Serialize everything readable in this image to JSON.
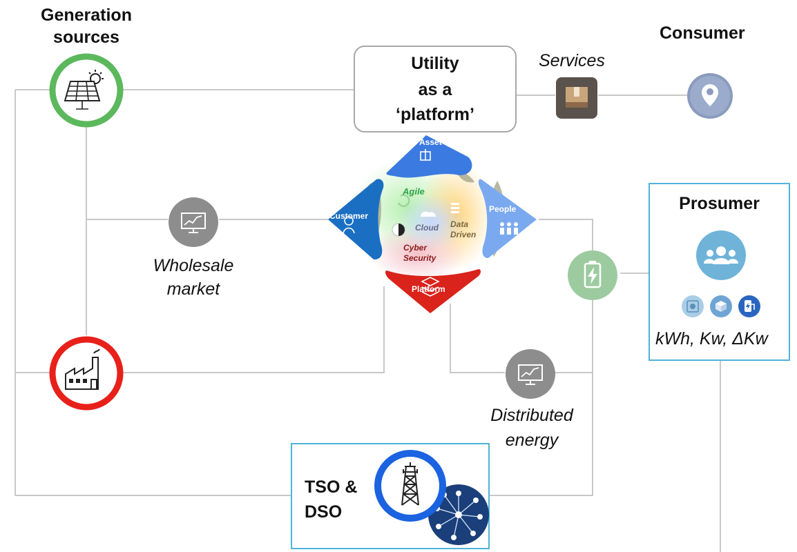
{
  "labels": {
    "generation_line1": "Generation",
    "generation_line2": "sources",
    "consumer": "Consumer",
    "services": "Services",
    "utility_line1": "Utility",
    "utility_line2": "as a",
    "utility_line3": "‘platform’",
    "wholesale_line1": "Wholesale",
    "wholesale_line2": "market",
    "distributed_line1": "Distributed",
    "distributed_line2": "energy",
    "prosumer": "Prosumer",
    "prosumer_units": "kWh, Kw, ΔKw",
    "tso_line1": "TSO &",
    "tso_line2": "DSO"
  },
  "diamond": {
    "asset": "Asset",
    "customer": "Customer",
    "people": "People",
    "platform": "Platform",
    "agile": "Agile",
    "cloud": "Cloud",
    "data_line1": "Data",
    "data_line2": "Driven",
    "cyber_line1": "Cyber",
    "cyber_line2": "Security"
  },
  "colors": {
    "solar_ring": "#5cb85c",
    "factory_ring": "#e8201a",
    "tso_ring": "#1b63e0",
    "network_blue": "#1a3f7a",
    "asset_blue": "#3b7ae0",
    "customer_blue": "#1a6fc2",
    "people_blue": "#7aa9f0",
    "platform_red": "#d9231b",
    "consumer_icon": "#8a9bbd",
    "monitor_gray": "#8d8d8d",
    "battery_green": "#9dcba0",
    "prosumer_icon": "#6fb3d9",
    "box_border": "#4fb3d9",
    "wire": "#c8c8c8"
  },
  "icons": [
    "solar-panel-icon",
    "factory-icon",
    "transmission-tower-icon",
    "network-icon",
    "monitor-chart-icon",
    "battery-icon",
    "user-pin-icon",
    "box-icon",
    "group-icon",
    "meter-icon",
    "storage-icon",
    "ev-charger-icon"
  ]
}
